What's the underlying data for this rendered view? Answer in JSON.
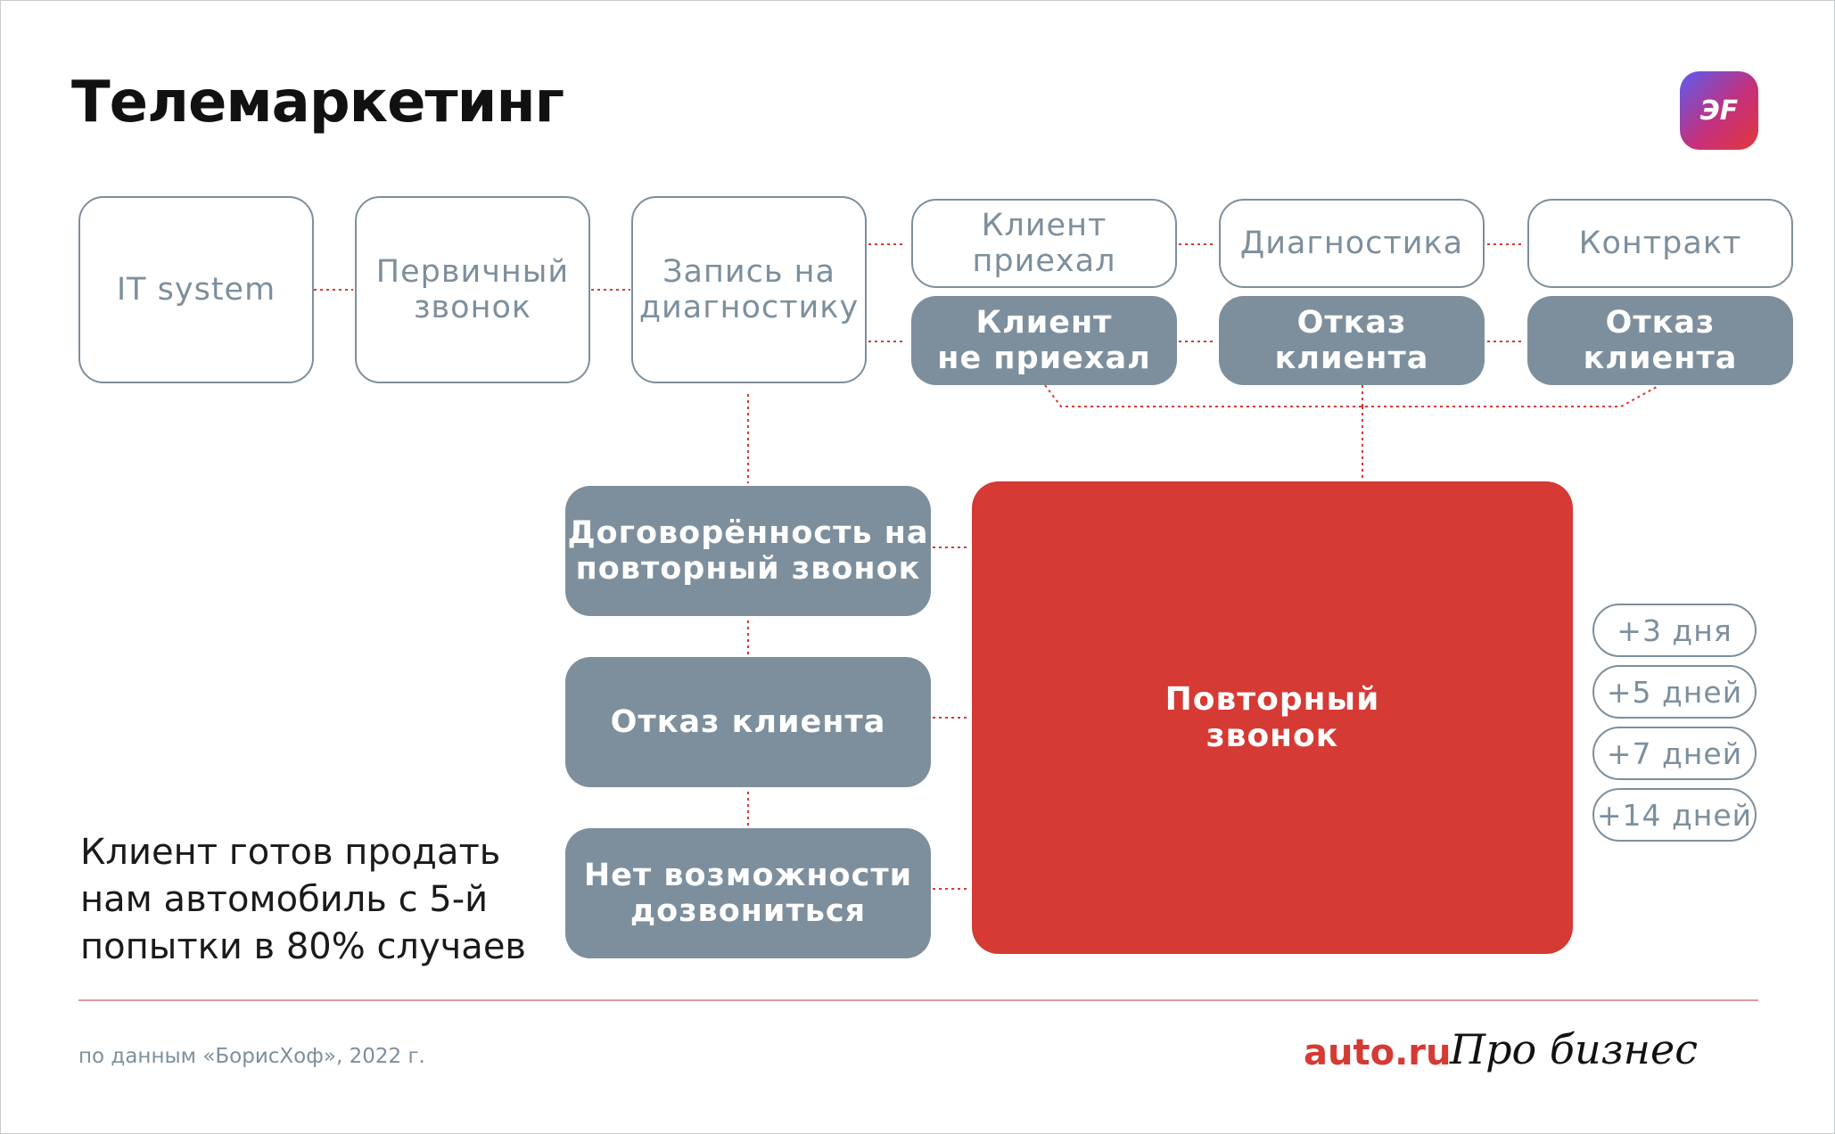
{
  "title": "Телемаркетинг",
  "logo_text": "ЭF",
  "top_row": {
    "it_system": "IT system",
    "first_call": "Первичный\nзвонок",
    "booking": "Запись на\nдиагностику",
    "client_arrived": "Клиент\nприехал",
    "diagnostics": "Диагностика",
    "contract": "Контракт",
    "client_not_arrived": "Клиент\nне приехал",
    "refusal_1": "Отказ клиента",
    "refusal_2": "Отказ клиента"
  },
  "middle": {
    "agreement": "Договорённость на\nповторный звонок",
    "refusal": "Отказ клиента",
    "no_reach": "Нет возможности\nдозвониться",
    "repeat_call": "Повторный\nзвонок"
  },
  "intervals": [
    "+3 дня",
    "+5 дней",
    "+7 дней",
    "+14 дней"
  ],
  "note": "Клиент готов продать\nнам автомобиль с 5-й\nпопытки в 80% случаев",
  "source": "по данным «БорисХоф», 2022 г.",
  "brand": "auto.ru",
  "brand_script": "Про бизнес",
  "colors": {
    "accent": "#d53a34",
    "grey": "#7d8f9d",
    "connector": "#d53a34"
  }
}
